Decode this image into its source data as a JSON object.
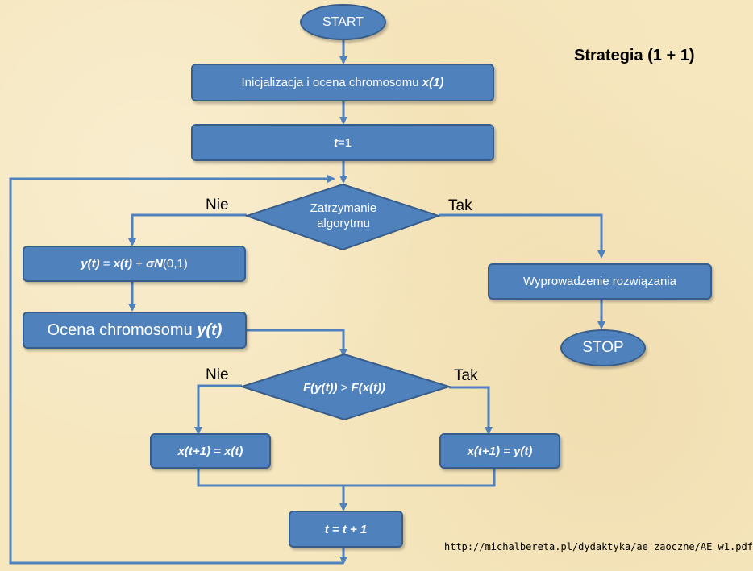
{
  "title": "Strategia (1 + 1)",
  "source_url": "http://michalbereta.pl/dydaktyka/ae_zaoczne/AE_w1.pdf",
  "nodes": {
    "start": "START",
    "init_text": "Inicjalizacja i ocena chromosomu ",
    "init_var": "x(1)",
    "t_var": "t",
    "t_rest": "=1",
    "stop_check_line1": "Zatrzymanie",
    "stop_check_line2": "algorytmu",
    "mutation_y": "y(t)",
    "mutation_eq": " = ",
    "mutation_x": "x(t)",
    "mutation_plus": " + ",
    "mutation_sigma": "σ",
    "mutation_N": "N",
    "mutation_args": "(0,1)",
    "evaluate_text": "Ocena chromosomu ",
    "evaluate_var": "y(t)",
    "compare_left": "F(y(t))",
    "compare_op": " > ",
    "compare_right": "F(x(t))",
    "keep_x": "x(t+1) = x(t)",
    "take_y": "x(t+1) = y(t)",
    "increment": "t = t + 1",
    "output": "Wyprowadzenie rozwiązania",
    "stop": "STOP"
  },
  "edge_labels": {
    "stop_no": "Nie",
    "stop_yes": "Tak",
    "compare_no": "Nie",
    "compare_yes": "Tak"
  },
  "colors": {
    "node_fill": "#4f81bd",
    "node_border": "#385d8a",
    "arrow": "#4f81bd",
    "background": "#f6e7bf"
  }
}
